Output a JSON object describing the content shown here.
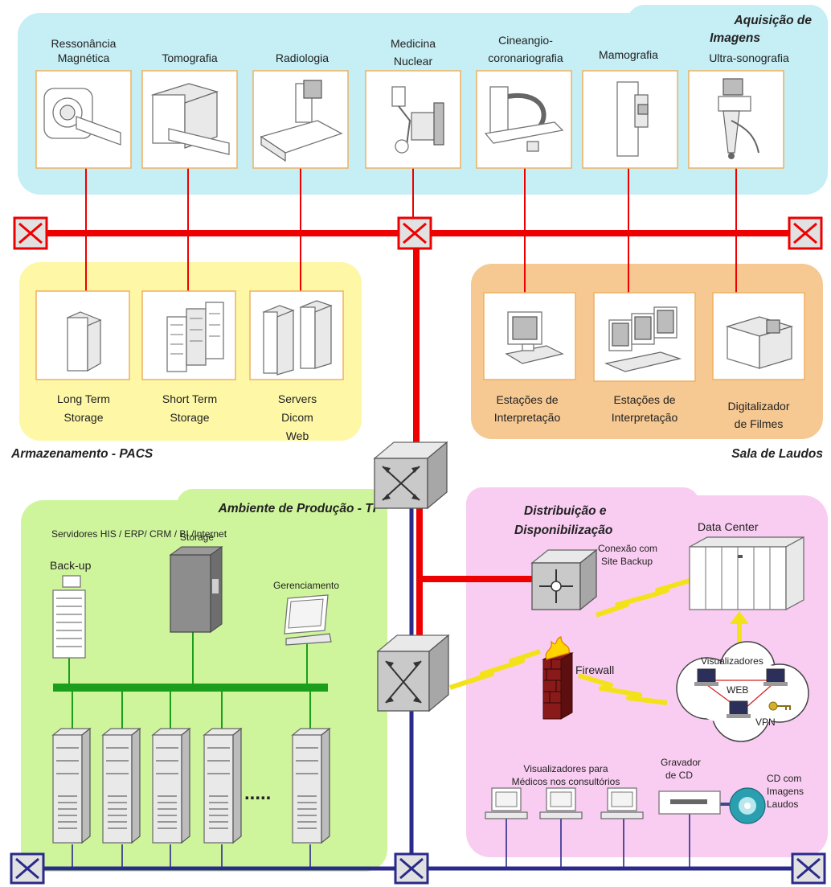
{
  "regions": {
    "acquisition": {
      "title_line1": "Aquisição de",
      "title_line2": "Imagens"
    },
    "storage": {
      "title": "Armazenamento - PACS"
    },
    "reading_room": {
      "title": "Sala de Laudos"
    },
    "production": {
      "title": "Ambiente de Produção - TI",
      "subtitle": "Servidores HIS / ERP/ CRM / BI /Internet"
    },
    "distribution": {
      "title_line1": "Distribuição e",
      "title_line2": "Disponibilização"
    }
  },
  "modalities": [
    {
      "line1": "Ressonância",
      "line2": "Magnética",
      "icon": "mri-scanner-icon"
    },
    {
      "line1": "Tomografia",
      "line2": "",
      "icon": "ct-scanner-icon"
    },
    {
      "line1": "Radiologia",
      "line2": "",
      "icon": "xray-machine-icon"
    },
    {
      "line1": "Medicina",
      "line2": "Nuclear",
      "icon": "gamma-camera-icon"
    },
    {
      "line1": "Cineangio-",
      "line2": "coronariografia",
      "icon": "angiography-icon"
    },
    {
      "line1": "Mamografia",
      "line2": "",
      "icon": "mammography-icon"
    },
    {
      "line1": "Ultra-sonografia",
      "line2": "",
      "icon": "ultrasound-icon"
    }
  ],
  "storage_items": [
    {
      "line1": "Long Term",
      "line2": "Storage",
      "line3": ""
    },
    {
      "line1": "Short Term",
      "line2": "Storage",
      "line3": ""
    },
    {
      "line1": "Servers",
      "line2": "Dicom",
      "line3": "Web"
    }
  ],
  "reading_items": [
    {
      "line1": "Estações de",
      "line2": "Interpretação"
    },
    {
      "line1": "Estações de",
      "line2": "Interpretação"
    },
    {
      "line1": "Digitalizador",
      "line2": "de Filmes"
    }
  ],
  "production": {
    "backup_label": "Back-up",
    "storage_label": "Storage",
    "management_label": "Gerenciamento",
    "more_servers": "....."
  },
  "distribution": {
    "data_center": "Data Center",
    "site_backup_line1": "Conexão com",
    "site_backup_line2": "Site Backup",
    "firewall": "Firewall",
    "viewers": "Visualizadores",
    "web": "WEB",
    "vpn": "VPN",
    "doctors_line1": "Visualizadores para",
    "doctors_line2": "Médicos nos consultórios",
    "cd_writer_line1": "Gravador",
    "cd_writer_line2": "de CD",
    "cd_line1": "CD com",
    "cd_line2": "Imagens",
    "cd_line3": "Laudos"
  },
  "colors": {
    "acquisition_bg": "#c5eef5",
    "storage_bg": "#fdf7a6",
    "reading_bg": "#f6c892",
    "production_bg": "#cff59c",
    "distribution_bg": "#f9cdf1",
    "red_backbone": "#ee0000",
    "blue_backbone": "#2a2a8a",
    "green_bus": "#1b9e1b"
  }
}
